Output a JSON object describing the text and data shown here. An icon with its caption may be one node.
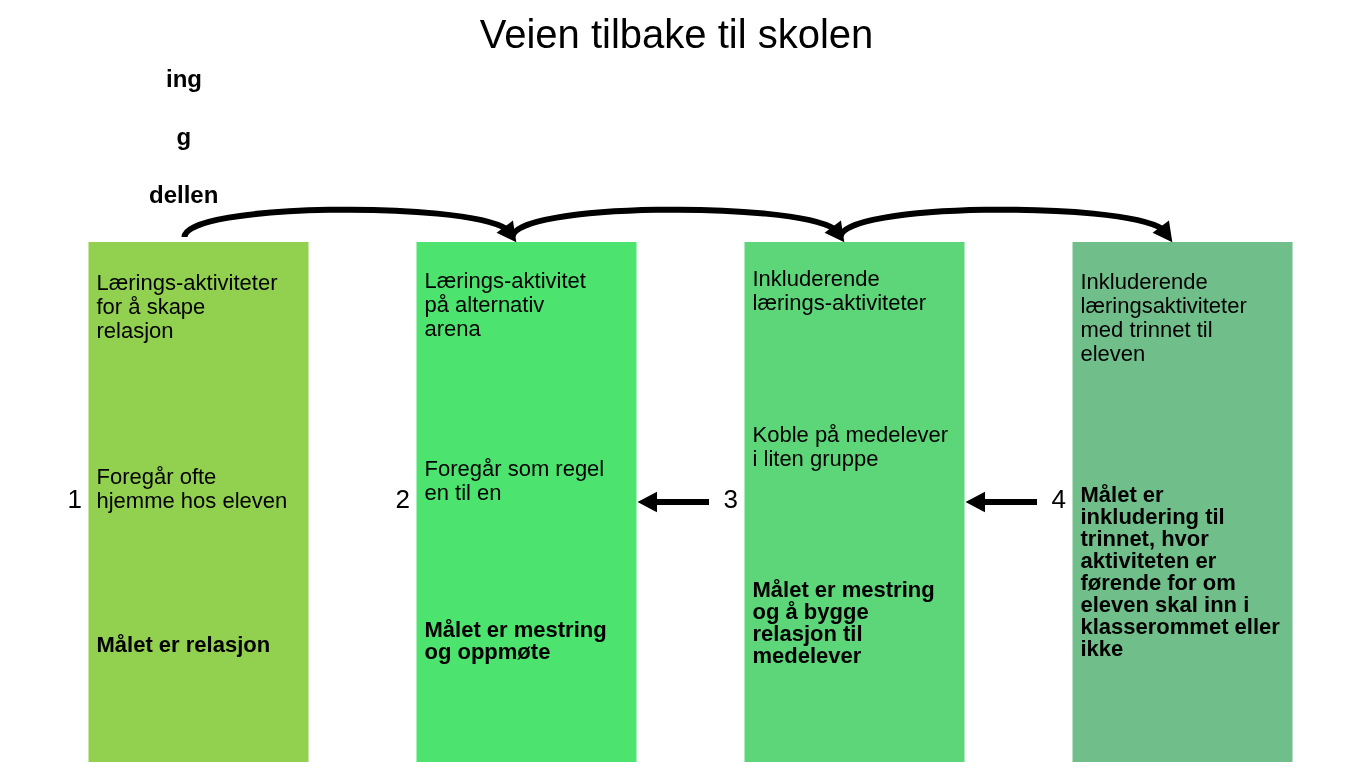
{
  "diagram": {
    "title": "Veien tilbake til skolen",
    "nodes": [
      {
        "text": [
          "Lærings-aktiviteter for å skape relasjon",
          "Foregår ofte hjemme hos eleven",
          "Målet er relasjon"
        ],
        "beside": [
          "1"
        ]
      },
      {
        "text": [
          "Lærings-aktivitet på alternativ arena",
          "Foregår som regel en til en",
          "Målet er mestring og oppmøte"
        ],
        "beside": [
          "2"
        ]
      },
      {
        "text": [
          "Inkluderende lærings-aktiviteter",
          "Koble på medelever i liten gruppe",
          "Målet er mestring og å bygge relasjon til medelever"
        ],
        "beside": [
          "3"
        ]
      },
      {
        "text": [
          "Inkluderende læringsaktiviteter med trinnet til eleven",
          "Målet er inkludering til trinnet, hvor aktiviteten er førende for om eleven skal inn i klasserommet eller ikke"
        ],
        "beside": [
          "4"
        ]
      }
    ],
    "edges": [
      {
        "from": 0,
        "to": 1,
        "arrow": "to"
      },
      {
        "from": 1,
        "to": 2,
        "arrow": "to"
      },
      {
        "from": 2,
        "to": 3,
        "arrow": "to"
      },
      {
        "from": 2,
        "to": 1,
        "arrow": "to"
      },
      {
        "from": 3,
        "to": 2,
        "arrow": "to"
      }
    ],
    "labels": [
      "ing",
      "g",
      "dellen"
    ]
  }
}
